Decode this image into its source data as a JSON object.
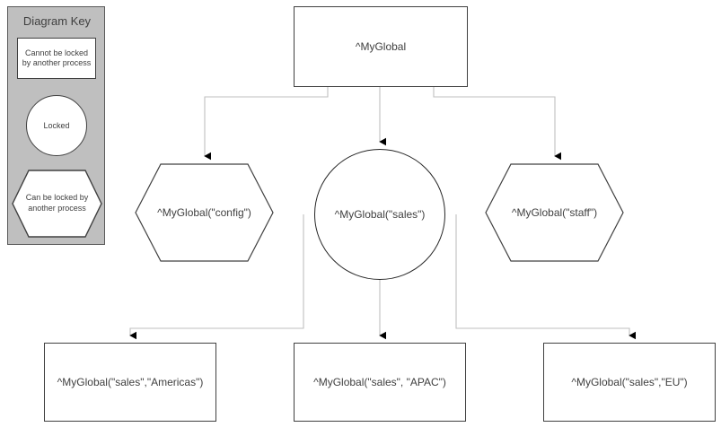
{
  "legend": {
    "title": "Diagram Key",
    "items": [
      {
        "shape": "rectangle",
        "label": "Cannot be locked by another process"
      },
      {
        "shape": "circle",
        "label": "Locked"
      },
      {
        "shape": "hexagon",
        "label": "Can be locked by another process"
      }
    ]
  },
  "nodes": {
    "root": {
      "label": "^MyGlobal",
      "shape": "rectangle"
    },
    "config": {
      "label": "^MyGlobal(\"config\")",
      "shape": "hexagon"
    },
    "sales": {
      "label": "^MyGlobal(\"sales\")",
      "shape": "circle"
    },
    "staff": {
      "label": "^MyGlobal(\"staff\")",
      "shape": "hexagon"
    },
    "americas": {
      "label": "^MyGlobal(\"sales\",\"Americas\")",
      "shape": "rectangle"
    },
    "apac": {
      "label": "^MyGlobal(\"sales\", \"APAC\")",
      "shape": "rectangle"
    },
    "eu": {
      "label": "^MyGlobal(\"sales\",\"EU\")",
      "shape": "rectangle"
    }
  },
  "colors": {
    "legend_fill": "#bfbfbf",
    "legend_border": "#595959",
    "node_stroke": "#404040",
    "text": "#404040",
    "edge": "#bfbfbf",
    "arrow": "#000000",
    "background": "#ffffff"
  }
}
